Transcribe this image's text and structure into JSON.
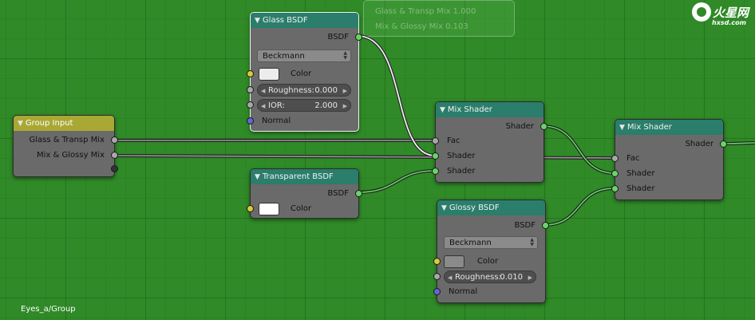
{
  "editor": {
    "breadcrumb": "Eyes_a/Group",
    "logo_text": "火星网",
    "logo_sub": "hxsd.com"
  },
  "ghost_node": {
    "rows": [
      "Glass & Transp Mix  1.000",
      "Mix & Glossy Mix  0.103"
    ]
  },
  "glass_bsdf": {
    "title": "Glass BSDF",
    "output": "BSDF",
    "distribution": "Beckmann",
    "color_label": "Color",
    "color_value": "#ececec",
    "roughness_label": "Roughness:",
    "roughness_value": "0.000",
    "ior_label": "IOR:",
    "ior_value": "2.000",
    "normal_label": "Normal"
  },
  "group_input": {
    "title": "Group Input",
    "outputs": [
      "Glass & Transp Mix",
      "Mix & Glossy Mix"
    ]
  },
  "transparent_bsdf": {
    "title": "Transparent BSDF",
    "output": "BSDF",
    "color_label": "Color",
    "color_value": "#ffffff"
  },
  "mix_shader_1": {
    "title": "Mix Shader",
    "output": "Shader",
    "fac_label": "Fac",
    "shader1_label": "Shader",
    "shader2_label": "Shader"
  },
  "glossy_bsdf": {
    "title": "Glossy BSDF",
    "output": "BSDF",
    "distribution": "Beckmann",
    "color_label": "Color",
    "color_value": "#8a8a8a",
    "roughness_label": "Roughness:",
    "roughness_value": "0.010",
    "normal_label": "Normal"
  },
  "mix_shader_2": {
    "title": "Mix Shader",
    "output": "Shader",
    "fac_label": "Fac",
    "shader1_label": "Shader",
    "shader2_label": "Shader"
  },
  "colors": {
    "canvas": "#2f8a27",
    "shader_header": "#2a7e6b",
    "group_header": "#a9a834",
    "node_body": "#6a6a6a",
    "socket_shader": "#6ad36a",
    "socket_float": "#a8a8a8",
    "socket_color": "#d9cc3a",
    "socket_vector": "#6565d8"
  }
}
